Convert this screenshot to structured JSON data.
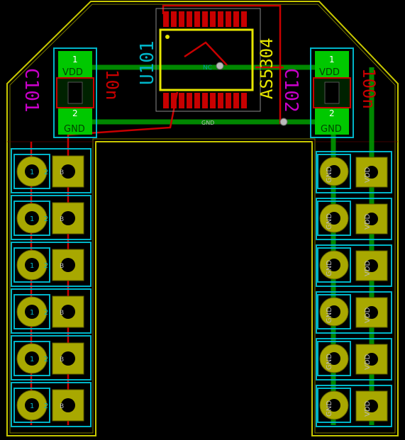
{
  "board": {
    "components": {
      "u101": {
        "ref": "U101",
        "value": "AS5304",
        "net_label": "NC"
      },
      "c101": {
        "ref": "C101",
        "value": "10n",
        "pin1_label": "1",
        "pin1_net": "VDD",
        "pin2_label": "2",
        "pin2_net": "GND"
      },
      "c102": {
        "ref": "C102",
        "value": "100n",
        "pin1_label": "1",
        "pin1_net": "VDD",
        "pin2_label": "2",
        "pin2_net": "GND"
      }
    },
    "mid_net_label": "GND",
    "left_connectors": {
      "count": 6,
      "round_pad_label": "1",
      "square_pad_label": "2",
      "round_pad_net": "B",
      "square_pad_net": "B"
    },
    "right_connectors": {
      "count": 6,
      "round_pad_net": "GND",
      "square_pad_net": "VDD"
    },
    "colors": {
      "background": "#000000",
      "board_outline": "#c8c800",
      "copper_front": "#c80000",
      "copper_back": "#00a000",
      "silk_front": "#00b4c8",
      "silk_value": "#e6e600",
      "silk_ref_cap": "#c800c8",
      "pad_fill": "#a8a800",
      "pad_smd": "#00c800"
    }
  }
}
